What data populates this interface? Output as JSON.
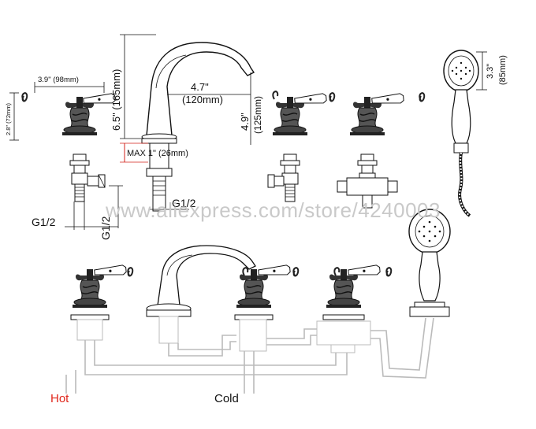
{
  "diagram": {
    "dimensions": {
      "handle_width": "3.9\" (98mm)",
      "handle_height": "2.8\" (72mm)",
      "spout_height": "6.5\" (165mm)",
      "spout_reach_in": "4.7\"",
      "spout_reach_mm": "(120mm)",
      "spout_clearance": "4.9\"",
      "spout_clearance_mm": "(125mm)",
      "max_deck": "MAX 1\" (26mm)",
      "spout_thread": "G1/2",
      "valve_thread_h": "G1/2",
      "valve_thread_v": "G1/2",
      "handshower_in": "3.3\"",
      "handshower_mm": "(85mm)"
    },
    "labels": {
      "hot": "Hot",
      "cold": "Cold"
    },
    "watermark": "www.aliexpress.com/store/4240003",
    "colors": {
      "hot": "#e0261b",
      "max_dimension": "#d0201a",
      "line": "#111111",
      "pipe": "#bbbbbb",
      "watermark": "#c9c9c9"
    },
    "icons": [
      "valve-handle-icon",
      "spout-icon",
      "diverter-valve-icon",
      "hand-shower-icon",
      "hose-icon"
    ]
  }
}
